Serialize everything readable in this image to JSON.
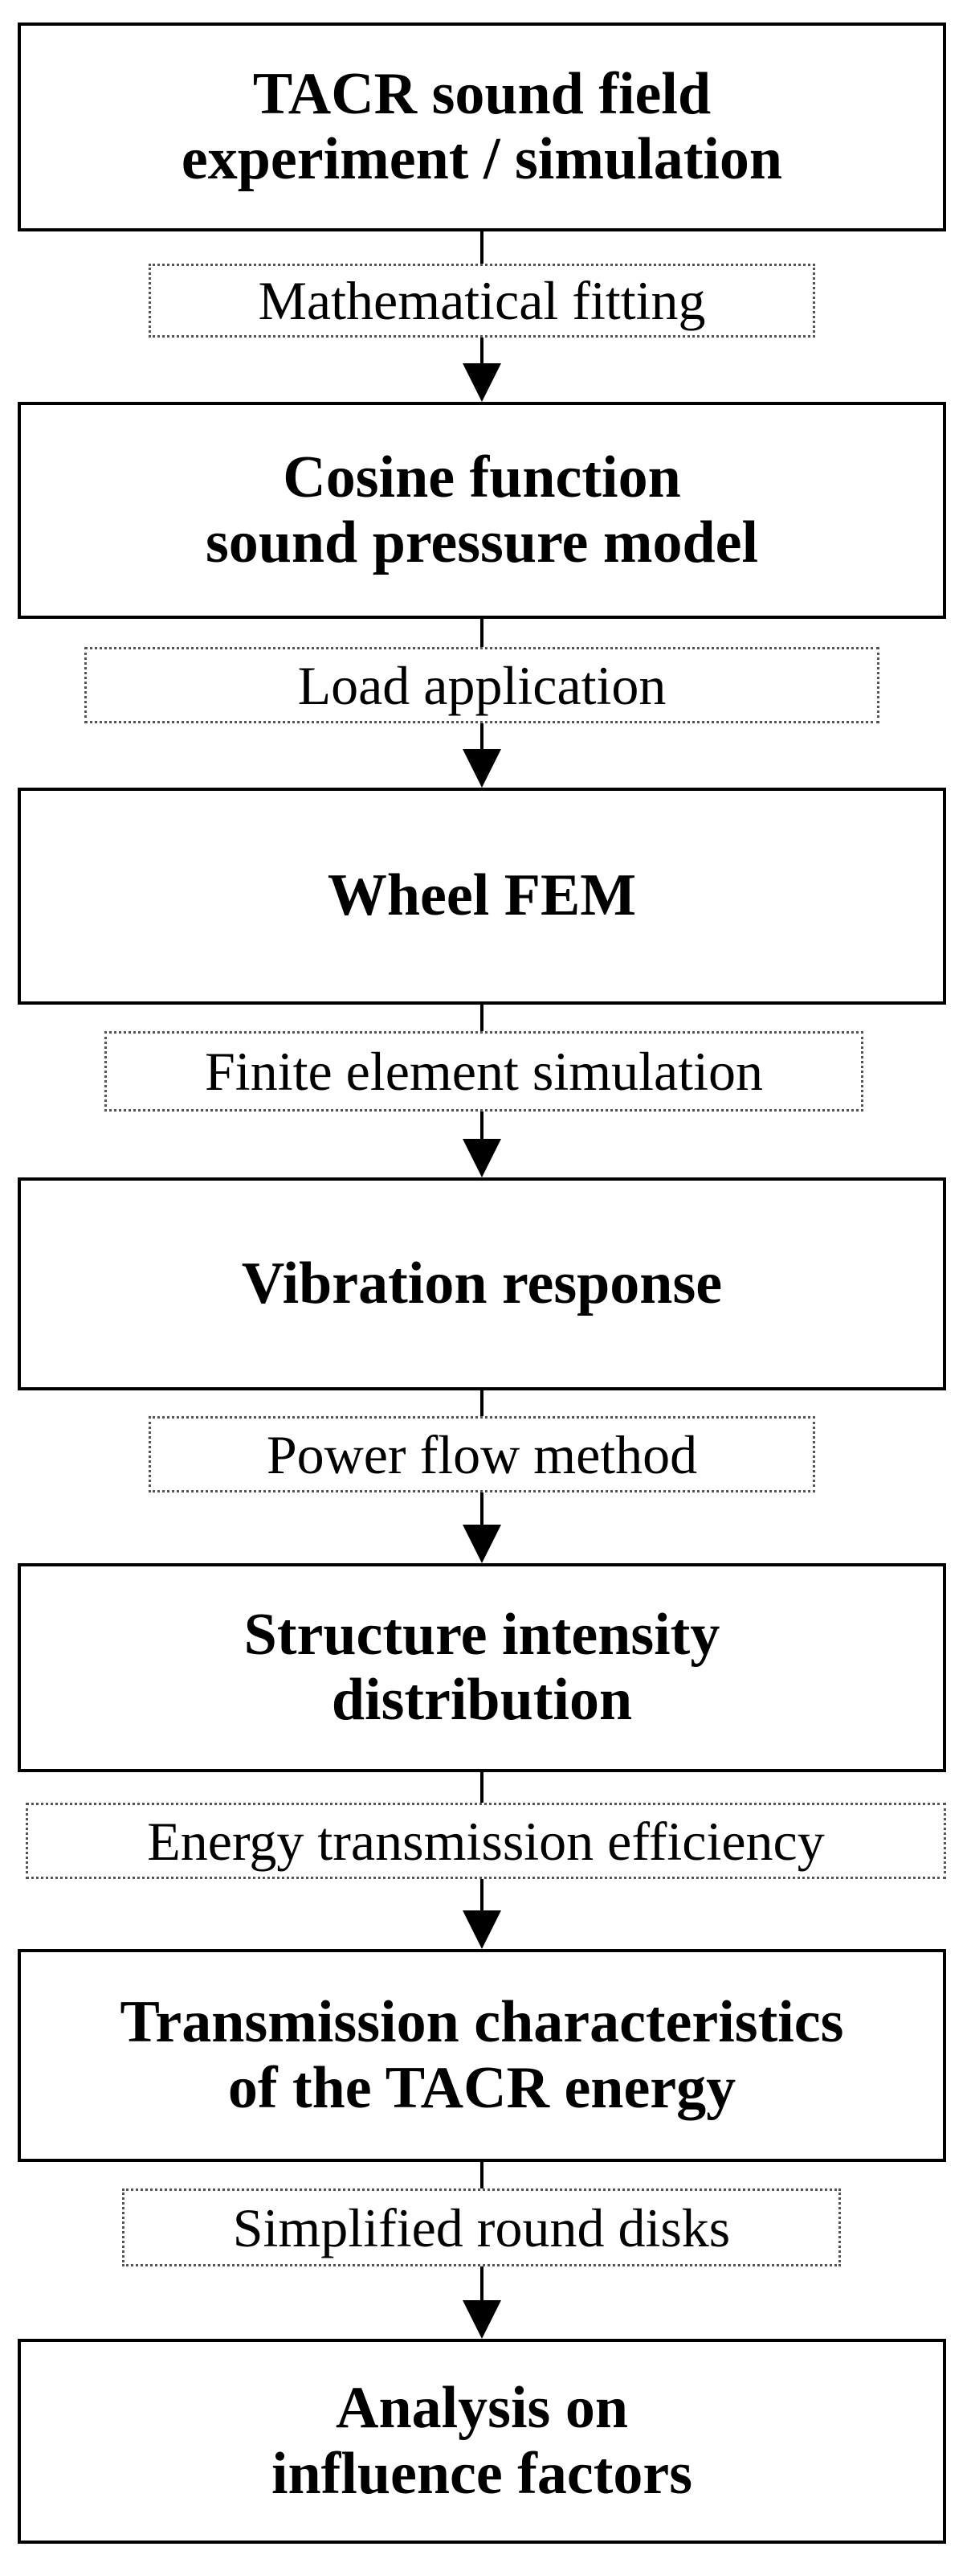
{
  "boxes": [
    {
      "line1": "TACR sound field",
      "line2": "experiment / simulation"
    },
    {
      "line1": "Cosine function",
      "line2": "sound pressure model"
    },
    {
      "line1": "Wheel FEM",
      "line2": ""
    },
    {
      "line1": "Vibration response",
      "line2": ""
    },
    {
      "line1": "Structure intensity",
      "line2": "distribution"
    },
    {
      "line1": "Transmission characteristics",
      "line2": "of the TACR energy"
    },
    {
      "line1": "Analysis on",
      "line2": "influence factors"
    }
  ],
  "steps": [
    "Mathematical fitting",
    "Load application",
    "Finite element simulation",
    "Power flow method",
    "Energy transmission efficiency",
    "Simplified round disks"
  ]
}
